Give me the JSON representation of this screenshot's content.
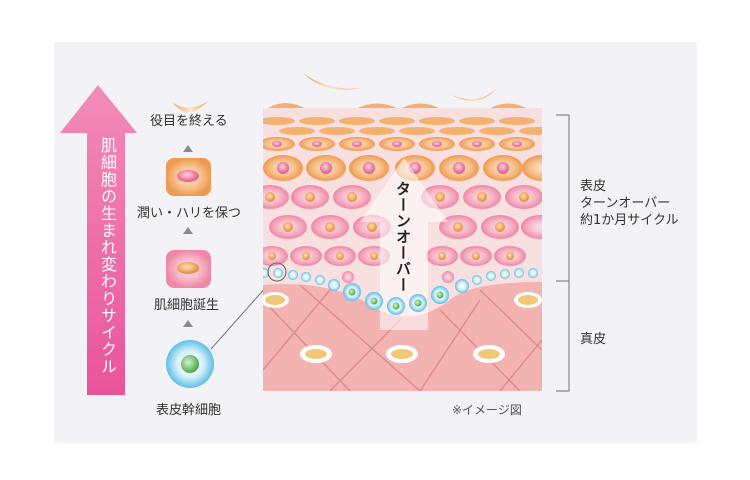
{
  "diagram": {
    "cycle_arrow_label": "肌細胞の生まれ変わりサイクル",
    "stages": [
      {
        "label": "役目を終える",
        "icon": "flake-cell-icon"
      },
      {
        "label": "潤い・ハリを保つ",
        "icon": "orange-square-cell-icon"
      },
      {
        "label": "肌細胞誕生",
        "icon": "pink-square-cell-icon"
      },
      {
        "label": "表皮幹細胞",
        "icon": "stem-cell-icon"
      }
    ],
    "turnover_arrow_label": "ターンオーバー",
    "right_labels": {
      "epidermis_line1": "表皮",
      "epidermis_line2": "ターンオーバー",
      "epidermis_line3": "約1か月サイクル",
      "dermis": "真皮"
    },
    "note": "※イメージ図",
    "colors": {
      "arrow_pink": "#ee6fa6",
      "cell_orange": "#f0a860",
      "cell_pink": "#f29bb8",
      "dermis": "#f4b6b4",
      "stem_blue": "#4db8e0",
      "stem_green": "#6cc070"
    }
  }
}
